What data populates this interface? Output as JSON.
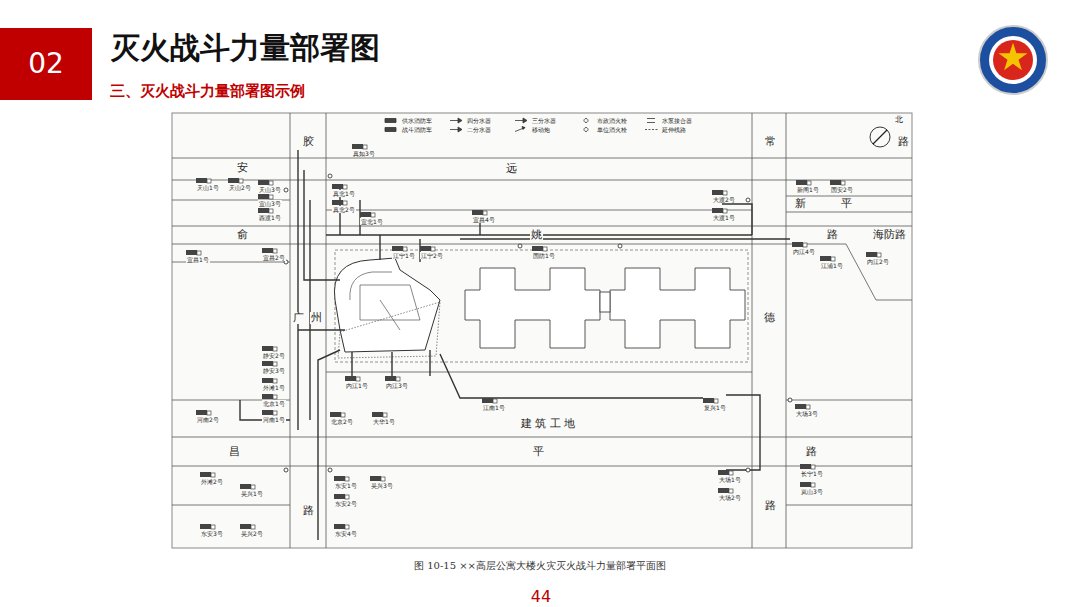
{
  "diagram": {
    "title": "灭火战斗力量部署图",
    "caption": "图 10-15 ××高层公寓大楼火灾灭火战斗力量部署平面图",
    "nodes": [
      {
        "text": [
          "02"
        ]
      }
    ],
    "labels": [
      "三、灭火战斗力量部署图示例",
      "胶",
      "常",
      "路",
      "安",
      "远",
      "新",
      "平",
      "俞",
      "姚",
      "路",
      "海防路",
      "广",
      "州",
      "德",
      "建 筑 工 地",
      "昌",
      "平",
      "路",
      "路",
      "路",
      "北",
      "真如3号",
      "天山1号",
      "天山2号",
      "天山3号",
      "宜山3号",
      "西渡1号",
      "宜昌1号",
      "宜昌2号",
      "真北1号",
      "真北2号",
      "宜北1号",
      "宜昌4号",
      "江宁1号",
      "江宁2号",
      "国防1号",
      "大渡2号",
      "大渡1号",
      "新闸1号",
      "国安2号",
      "内江4号",
      "江浦1号",
      "内江2号",
      "静安2号",
      "静安3号",
      "外滩1号",
      "北京1号",
      "河南1号",
      "河南2号",
      "内江1号",
      "内江3号",
      "大华1号",
      "北京2号",
      "江南1号",
      "复兴1号",
      "大场3号",
      "外滩2号",
      "吴兴1号",
      "东安3号",
      "吴兴2号",
      "东安1号",
      "东安2号",
      "吴兴3号",
      "东安4号",
      "大场1号",
      "大场2号",
      "岚山3号",
      "长宁1号",
      "44"
    ],
    "legend": [
      {
        "text": "供水消防车"
      },
      {
        "text": "四分水器"
      },
      {
        "text": "三分水器"
      },
      {
        "text": "市政消火栓"
      },
      {
        "text": "水泵接合器"
      },
      {
        "text": "战斗消防车"
      },
      {
        "text": "二分水器"
      },
      {
        "text": "移动炮"
      },
      {
        "text": "单位消火栓"
      },
      {
        "text": "延伸线路"
      }
    ]
  }
}
